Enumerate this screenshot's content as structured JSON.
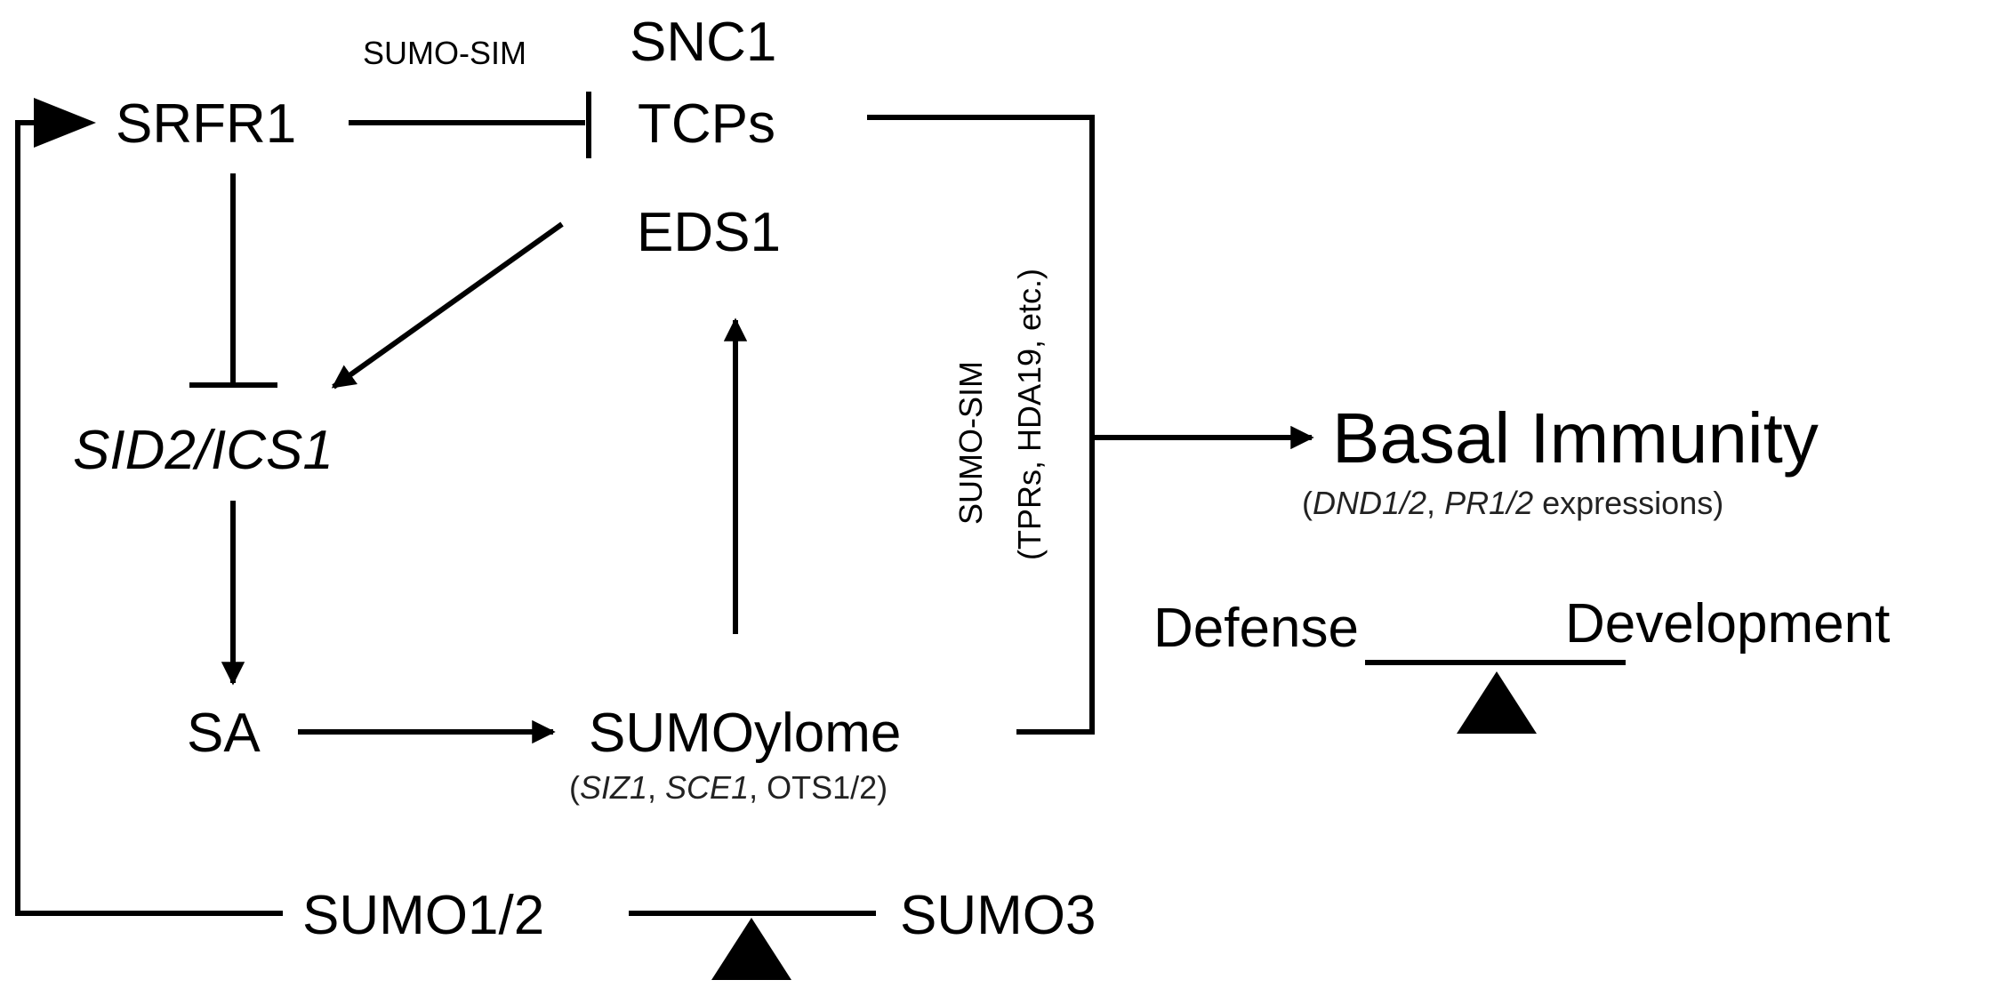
{
  "nodes": {
    "srfr1": "SRFR1",
    "snc1": "SNC1",
    "tcps": "TCPs",
    "eds1": "EDS1",
    "sid2": "SID2/ICS1",
    "sa": "SA",
    "sumoylome": "SUMOylome",
    "sumoylome_sub": {
      "siz1": "SIZ1",
      "sep1": ", ",
      "sce1": "SCE1",
      "rest": ", OTS1/2"
    },
    "basal_immunity": "Basal Immunity",
    "basal_sub": {
      "dnd": "DND1/2",
      "sep": ", ",
      "pr": "PR1/2",
      "rest": " expressions"
    },
    "defense": "Defense",
    "development": "Development",
    "sumo12": "SUMO1/2",
    "sumo3": "SUMO3"
  },
  "annotations": {
    "sumo_sim_top": "SUMO-SIM",
    "sumo_sim_vertical": "SUMO-SIM",
    "tprs_vertical": "(TPRs, HDA19, etc.)"
  },
  "colors": {
    "ink": "#000000",
    "background": "#ffffff"
  }
}
